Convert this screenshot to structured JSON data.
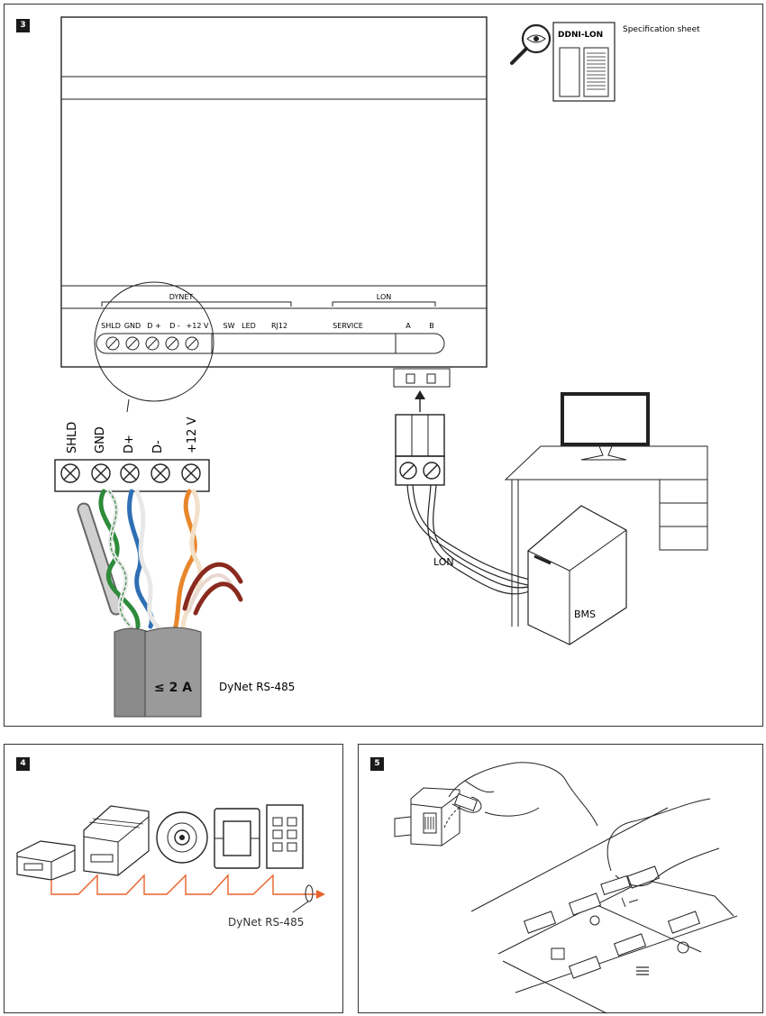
{
  "panels": {
    "p3": {
      "step": "3",
      "spec_title": "DDNI-LON",
      "spec_label": "Specification sheet",
      "dynet_group": "DYNET",
      "lon_group": "LON",
      "device_terminals": [
        "SHLD",
        "GND",
        "D +",
        "D -",
        "+12 V"
      ],
      "device_labels": [
        "SW",
        "LED",
        "RJ12",
        "SERVICE",
        "A",
        "B"
      ],
      "big_terminals": [
        "SHLD",
        "GND",
        "D+",
        "D-",
        "+12 V"
      ],
      "current_limit": "≤ 2 A",
      "cable_label": "DyNet RS-485",
      "lon_cable_label": "LON",
      "bms_label": "BMS"
    },
    "p4": {
      "step": "4",
      "bus_label": "DyNet RS-485"
    },
    "p5": {
      "step": "5"
    }
  },
  "colors": {
    "accent_orange": "#e8622c",
    "frame": "#333333",
    "cable_grey": "#8a8a8a",
    "wire_green": "#2e8b3a",
    "wire_blue": "#2f6fb5",
    "wire_orange": "#e8862c",
    "wire_brown": "#8a2a1e"
  }
}
